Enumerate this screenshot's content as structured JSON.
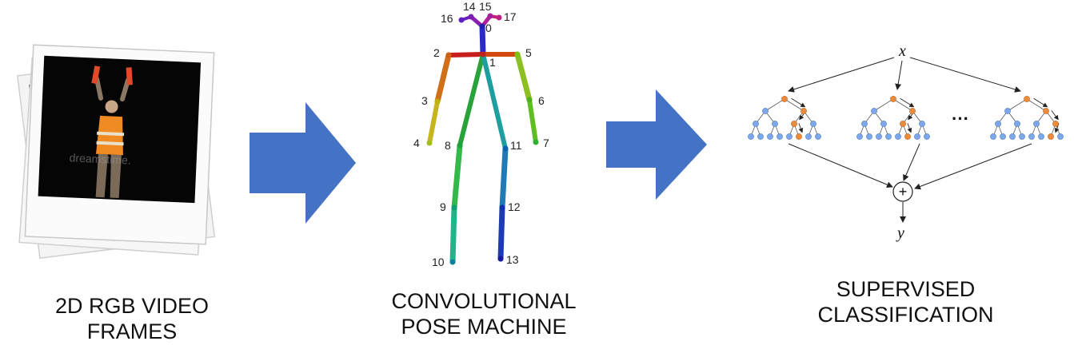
{
  "captions": {
    "input": [
      "2D RGB VIDEO",
      "FRAMES"
    ],
    "pose": [
      "CONVOLUTIONAL",
      "POSE MACHINE"
    ],
    "classification": [
      "SUPERVISED",
      "CLASSIFICATION"
    ]
  },
  "photo": {
    "watermark": "dreamstime."
  },
  "pose_joints": [
    "0",
    "1",
    "2",
    "3",
    "4",
    "5",
    "6",
    "7",
    "8",
    "9",
    "10",
    "11",
    "12",
    "13",
    "14",
    "15",
    "16",
    "17"
  ],
  "forest": {
    "input_label": "x",
    "output_label": "y",
    "sum_symbol": "+",
    "ellipsis": "···"
  },
  "colors": {
    "arrow": "#4472c4",
    "tree_node": "#7da7e8",
    "path_node": "#ed8b3a"
  },
  "icons": {
    "arrows": "right-arrow-icon",
    "photo": "photo-stack-icon"
  }
}
